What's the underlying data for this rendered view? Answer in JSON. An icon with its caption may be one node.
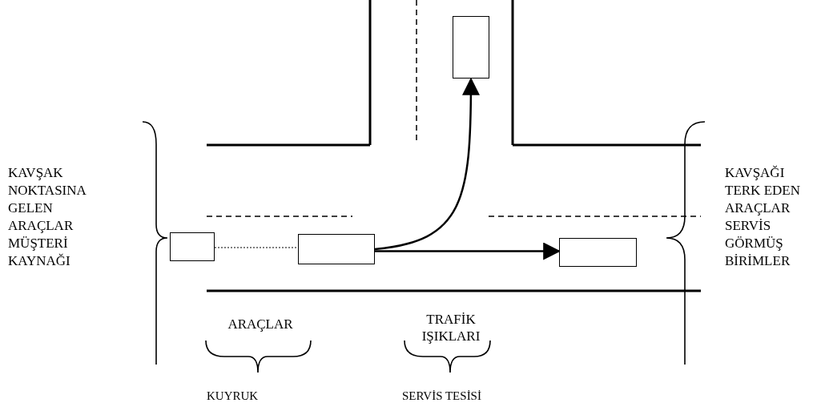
{
  "diagram": {
    "nodes": [
      {
        "text": [],
        "shape": "box"
      },
      {
        "text": [],
        "shape": "box"
      },
      {
        "text": [],
        "shape": "box"
      },
      {
        "text": [],
        "shape": "box"
      }
    ],
    "edges": [
      {
        "from": 0,
        "to": 1,
        "arrow": "none",
        "style": "dashed"
      },
      {
        "from": 1,
        "to": 2,
        "arrow": "to"
      },
      {
        "from": 1,
        "to": 3,
        "arrow": "to"
      }
    ],
    "labels": [
      "KAVŞAK NOKTASINA GELEN ARAÇLAR MÜŞTERİ KAYNAĞI",
      "KAVŞAĞI TERK EDEN ARAÇLAR SERVİS GÖRMÜŞ BİRİMLER",
      "ARAÇLAR",
      "TRAFİK IŞIKLARI",
      "KUYRUK",
      "SERVİS TESİSİ"
    ]
  }
}
